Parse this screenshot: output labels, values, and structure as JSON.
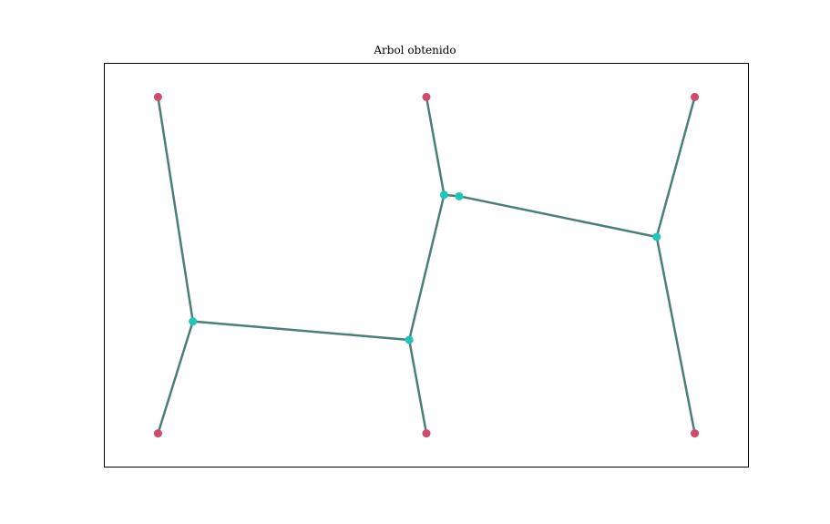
{
  "title": "Arbol obtenido",
  "colors": {
    "edge": "#4a7f78",
    "terminal": "#d1496b",
    "steiner": "#1cc6b8",
    "frame": "#000000",
    "background": "#ffffff"
  },
  "chart_data": {
    "type": "graph",
    "xlim": [
      -0.2,
      2.2
    ],
    "ylim": [
      -0.1,
      1.1
    ],
    "terminals": [
      {
        "id": "t1",
        "x": 0.0,
        "y": 1.0
      },
      {
        "id": "t2",
        "x": 1.0,
        "y": 1.0
      },
      {
        "id": "t3",
        "x": 2.0,
        "y": 1.0
      },
      {
        "id": "t4",
        "x": 0.0,
        "y": 0.0
      },
      {
        "id": "t5",
        "x": 1.0,
        "y": 0.0
      },
      {
        "id": "t6",
        "x": 2.0,
        "y": 0.0
      }
    ],
    "steiner_points": [
      {
        "id": "s1",
        "x": 0.13,
        "y": 0.333
      },
      {
        "id": "s2",
        "x": 0.936,
        "y": 0.278
      },
      {
        "id": "s3",
        "x": 1.066,
        "y": 0.709
      },
      {
        "id": "s4",
        "x": 1.122,
        "y": 0.705
      },
      {
        "id": "s5",
        "x": 1.858,
        "y": 0.584
      }
    ],
    "edges": [
      [
        "t1",
        "s1"
      ],
      [
        "t4",
        "s1"
      ],
      [
        "s1",
        "s2"
      ],
      [
        "s2",
        "t5"
      ],
      [
        "s2",
        "s3"
      ],
      [
        "t2",
        "s3"
      ],
      [
        "s3",
        "s4"
      ],
      [
        "s4",
        "s5"
      ],
      [
        "t3",
        "s5"
      ],
      [
        "s5",
        "t6"
      ]
    ]
  }
}
